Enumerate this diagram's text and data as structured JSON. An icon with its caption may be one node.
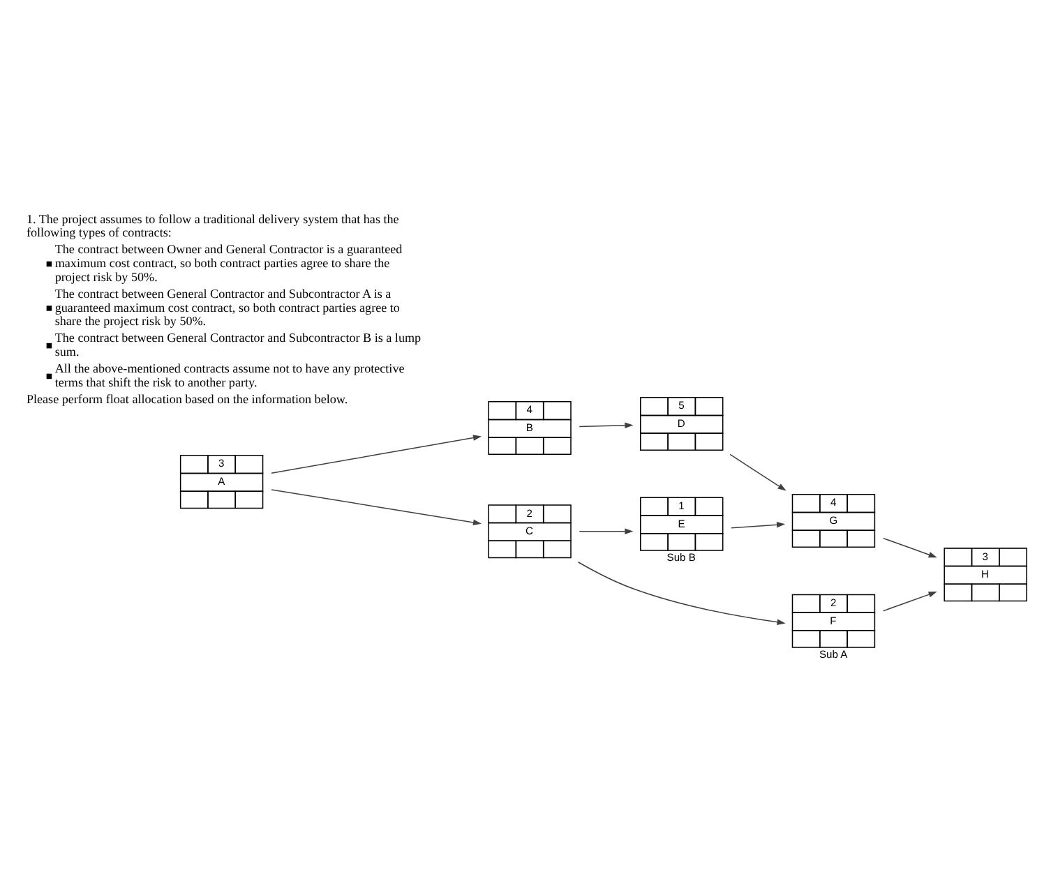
{
  "diagram": {
    "nodes": [
      {
        "text": [
          "3",
          "A"
        ]
      },
      {
        "text": [
          "4",
          "B"
        ]
      },
      {
        "text": [
          "2",
          "C"
        ]
      },
      {
        "text": [
          "5",
          "D"
        ]
      },
      {
        "text": [
          "1",
          "E"
        ],
        "beside": [
          "Sub B"
        ]
      },
      {
        "text": [
          "2",
          "F"
        ],
        "beside": [
          "Sub A"
        ]
      },
      {
        "text": [
          "4",
          "G"
        ]
      },
      {
        "text": [
          "3",
          "H"
        ]
      }
    ],
    "edges": [
      {
        "from": 0,
        "to": 1,
        "arrow": "to"
      },
      {
        "from": 0,
        "to": 2,
        "arrow": "to"
      },
      {
        "from": 1,
        "to": 3,
        "arrow": "to"
      },
      {
        "from": 2,
        "to": 4,
        "arrow": "to"
      },
      {
        "from": 2,
        "to": 5,
        "arrow": "to"
      },
      {
        "from": 3,
        "to": 6,
        "arrow": "to"
      },
      {
        "from": 4,
        "to": 6,
        "arrow": "to"
      },
      {
        "from": 6,
        "to": 7,
        "arrow": "to"
      },
      {
        "from": 5,
        "to": 7,
        "arrow": "to"
      }
    ],
    "labels": [
      "1. The project assumes to follow a traditional delivery system that has the following types of contracts:",
      "The contract between Owner and General Contractor is a guaranteed maximum cost contract, so both contract parties agree to share the project risk by 50%.",
      "The contract between General Contractor and Subcontractor A is a guaranteed maximum cost contract, so both contract parties agree to share the project risk by 50%.",
      "The contract between General Contractor and Subcontractor B is a lump sum.",
      "All the above-mentioned contracts assume not to have any protective terms that shift the risk to another party.",
      "Please perform float allocation based on the information below."
    ]
  }
}
